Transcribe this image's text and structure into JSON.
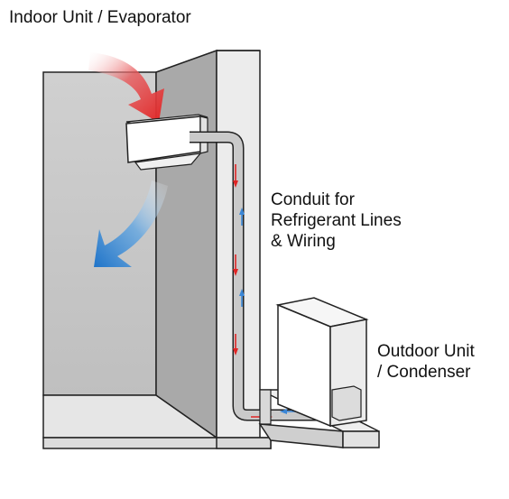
{
  "labels": {
    "indoor_unit": "Indoor Unit / Evaporator",
    "conduit_line1": "Conduit for",
    "conduit_line2": "Refrigerant Lines",
    "conduit_line3": "& Wiring",
    "outdoor_line1": "Outdoor Unit",
    "outdoor_line2": "/ Condenser"
  },
  "colors": {
    "warm_air": "#e02525",
    "cool_air": "#2a7fd0",
    "wall": "#c6c6c6",
    "wall_dark": "#a8a8a8",
    "outline": "#222222",
    "pipe": "#bdbdbd",
    "flow_warm": "#e02525",
    "flow_cool": "#3a86d6"
  },
  "icons": {
    "warm_airflow": "curved-arrow-red",
    "cool_airflow": "curved-arrow-blue",
    "refrigerant_flow": "small-arrows"
  }
}
